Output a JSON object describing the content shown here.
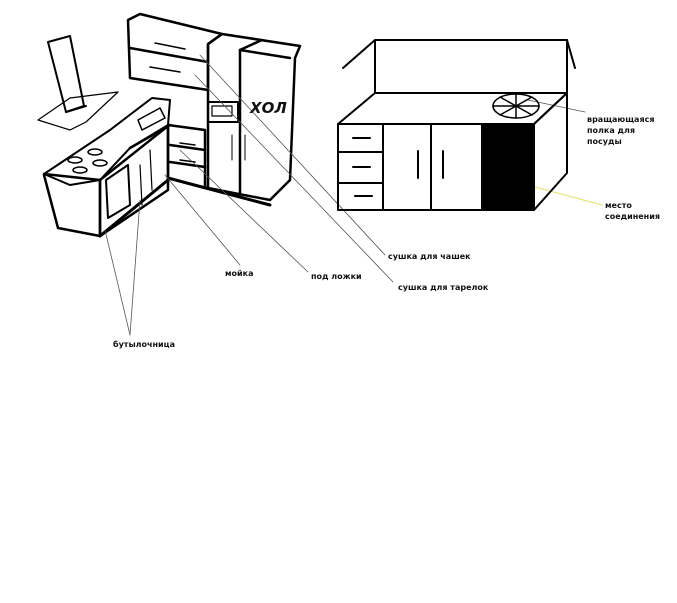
{
  "labels": {
    "fridge": "ХОЛ",
    "rotating_shelf": [
      "вращающаяся",
      "полка для",
      "посуды"
    ],
    "joint": [
      "место",
      "соединения"
    ],
    "cup_dryer": "сушка для чашек",
    "plate_dryer": "сушка для тарелок",
    "spoons": "под ложки",
    "sink": "мойка",
    "bottle_holder": "бутылочница"
  },
  "colors": {
    "ink": "#000000",
    "leader": "#555555",
    "joint_leader": "#e0e070"
  }
}
